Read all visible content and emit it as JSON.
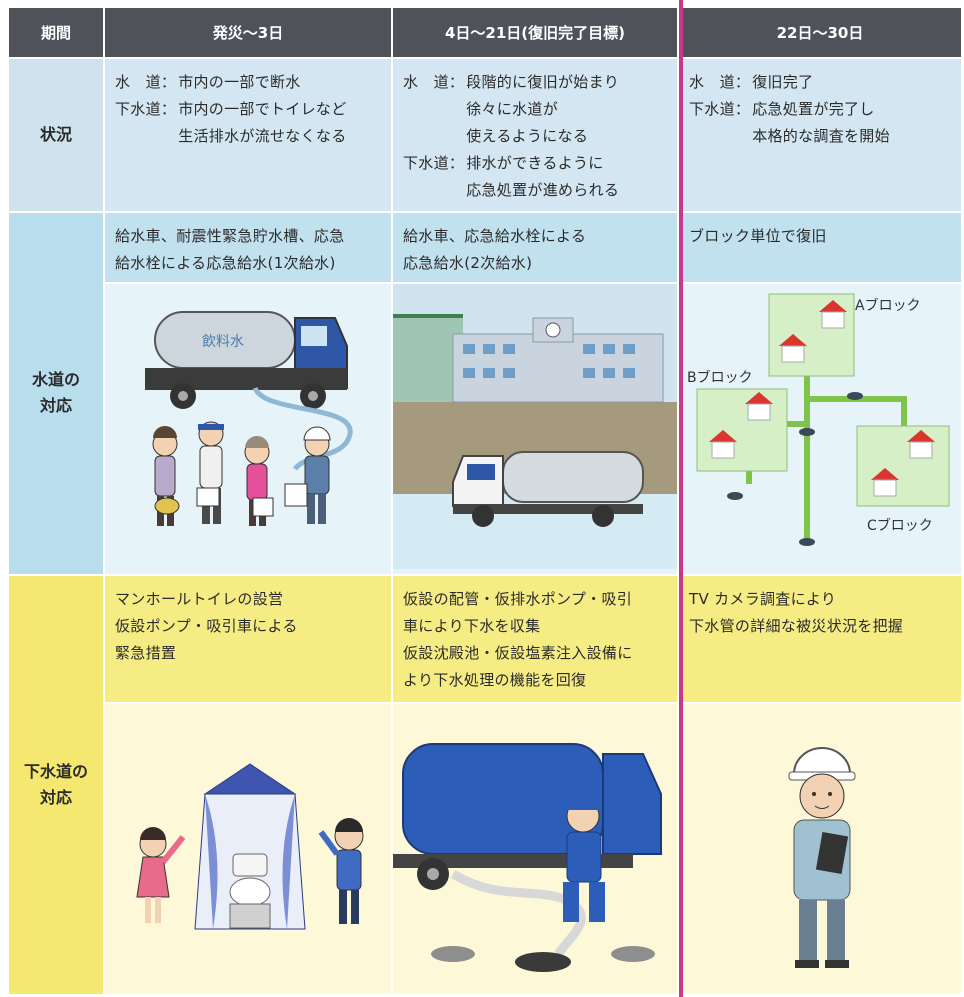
{
  "header": {
    "period": "期間",
    "col1": "発災～3日",
    "col2": "4日～21日(復旧完了目標)",
    "col3": "22日～30日"
  },
  "rows": {
    "status_label": "状況",
    "water_label_line1": "水道の",
    "water_label_line2": "対応",
    "sewer_label_line1": "下水道の",
    "sewer_label_line2": "対応"
  },
  "status": {
    "col1": [
      {
        "key": "水　道：",
        "lines": [
          "市内の一部で断水"
        ]
      },
      {
        "key": "下水道：",
        "lines": [
          "市内の一部でトイレなど",
          "生活排水が流せなくなる"
        ]
      }
    ],
    "col2": [
      {
        "key": "水　道：",
        "lines": [
          "段階的に復旧が始まり",
          "徐々に水道が",
          "使えるようになる"
        ]
      },
      {
        "key": "下水道：",
        "lines": [
          "排水ができるように",
          "応急処置が進められる"
        ]
      }
    ],
    "col3": [
      {
        "key": "水　道：",
        "lines": [
          "復旧完了"
        ]
      },
      {
        "key": "下水道：",
        "lines": [
          "応急処置が完了し",
          "本格的な調査を開始"
        ]
      }
    ]
  },
  "water": {
    "col1": [
      "給水車、耐震性緊急貯水槽、応急",
      "給水栓による応急給水(1次給水)"
    ],
    "col2": [
      "給水車、応急給水栓による",
      "応急給水(2次給水)"
    ],
    "col3": [
      "ブロック単位で復旧"
    ],
    "truck_tank_text": "飲料水",
    "block_a": "Aブロック",
    "block_b": "Bブロック",
    "block_c": "Cブロック"
  },
  "sewer": {
    "col1": [
      "マンホールトイレの設営",
      "仮設ポンプ・吸引車による",
      "緊急措置"
    ],
    "col2": [
      "仮設の配管・仮排水ポンプ・吸引",
      "車により下水を収集",
      "仮設沈殿池・仮設塩素注入設備に",
      "より下水処理の機能を回復"
    ],
    "col3": [
      "TV カメラ調査により",
      "下水管の詳細な被災状況を把握"
    ]
  },
  "colors": {
    "header_bg": "#50525a",
    "water_bg": "#c2e1ef",
    "sewer_bg": "#f6ec84",
    "divider": "#c9388a"
  }
}
